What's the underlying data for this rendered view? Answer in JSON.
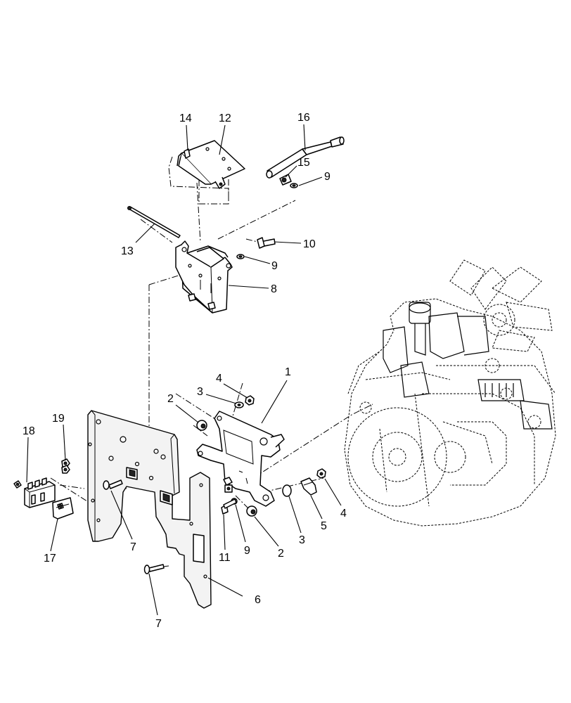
{
  "callouts": [
    {
      "id": "c14",
      "text": "14"
    },
    {
      "id": "c12",
      "text": "12"
    },
    {
      "id": "c16",
      "text": "16"
    },
    {
      "id": "c15",
      "text": "15"
    },
    {
      "id": "c9a",
      "text": "9"
    },
    {
      "id": "c13",
      "text": "13"
    },
    {
      "id": "c10",
      "text": "10"
    },
    {
      "id": "c9b",
      "text": "9"
    },
    {
      "id": "c8",
      "text": "8"
    },
    {
      "id": "c1",
      "text": "1"
    },
    {
      "id": "c4a",
      "text": "4"
    },
    {
      "id": "c3a",
      "text": "3"
    },
    {
      "id": "c2a",
      "text": "2"
    },
    {
      "id": "c19",
      "text": "19"
    },
    {
      "id": "c18",
      "text": "18"
    },
    {
      "id": "c17",
      "text": "17"
    },
    {
      "id": "c7a",
      "text": "7"
    },
    {
      "id": "c11",
      "text": "11"
    },
    {
      "id": "c9c",
      "text": "9"
    },
    {
      "id": "c2b",
      "text": "2"
    },
    {
      "id": "c3b",
      "text": "3"
    },
    {
      "id": "c5",
      "text": "5"
    },
    {
      "id": "c4b",
      "text": "4"
    },
    {
      "id": "c6",
      "text": "6"
    },
    {
      "id": "c7b",
      "text": "7"
    }
  ]
}
